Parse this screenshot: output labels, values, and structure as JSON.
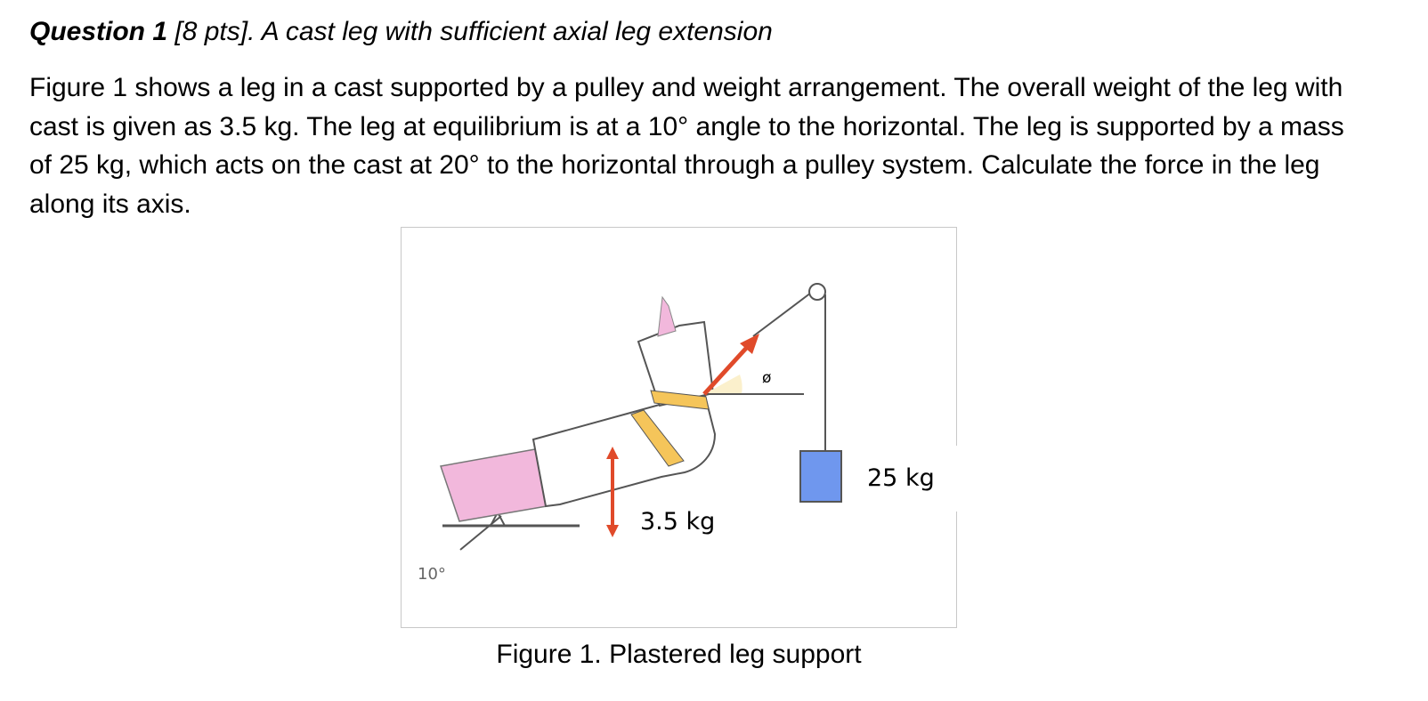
{
  "question": {
    "label": "Question 1",
    "points": " [8 pts]",
    "title": ". A cast leg with sufficient axial leg extension",
    "body": "Figure 1 shows a leg in a cast supported by a pulley and weight arrangement. The overall weight of the leg with cast is given as 3.5 kg. The leg at equilibrium is at a 10° angle to the horizontal. The leg is supported by a mass of 25 kg, which acts on the cast at 20° to the horizontal through a pulley system. Calculate the force in the leg along its axis."
  },
  "figure": {
    "angle_label": "10°",
    "leg_mass_label": "3.5 kg",
    "hanging_mass_label": "25 kg",
    "phi_label": "ø",
    "caption": "Figure 1. Plastered leg support",
    "colors": {
      "skin": "#f2b8dc",
      "cast": "#ffffff",
      "strap": "#f5c55a",
      "arrow": "#e04a2a",
      "weight": "#6f97ee",
      "angle_fill": "#fbf0cc",
      "line": "#555555"
    }
  }
}
